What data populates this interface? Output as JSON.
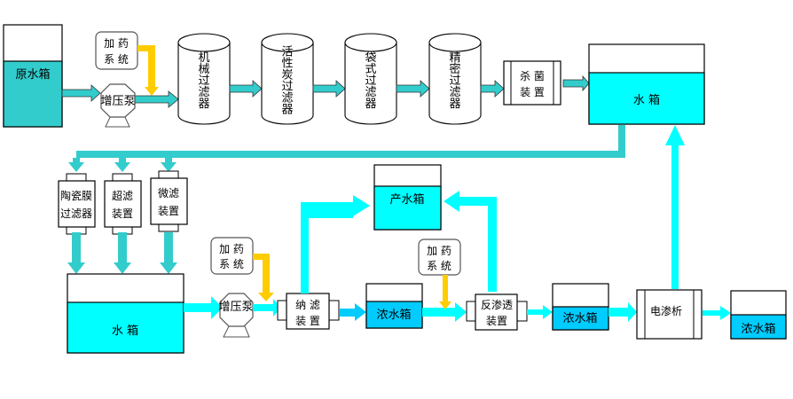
{
  "title": "水处理工艺流程图",
  "colors": {
    "teal": "#33CCCC",
    "cyan": "#00FFFF",
    "sky": "#00CCFF",
    "yellow": "#FFCC00",
    "stroke": "#000000"
  },
  "top_line": {
    "raw_tank": "原水箱",
    "dosing_1": [
      "加 药",
      "系 统"
    ],
    "pump_1": "增压泵",
    "filters": [
      "机械过滤器",
      "活性炭过滤器",
      "袋式过滤器",
      "精密过滤器"
    ],
    "sterilizer": [
      "杀 菌",
      "装 置"
    ],
    "water_tank_1": "水 箱"
  },
  "membranes": [
    [
      "陶瓷膜",
      "过滤器"
    ],
    [
      "超滤",
      "装置"
    ],
    [
      "微滤",
      "装置"
    ]
  ],
  "bottom_line": {
    "water_tank_2": "水 箱",
    "dosing_2": [
      "加 药",
      "系 统"
    ],
    "pump_2": "增压泵",
    "nanofiltration": [
      "纳 滤",
      "装 置"
    ],
    "product_tank": "产水箱",
    "concentrate_tank_1": "浓水箱",
    "dosing_3": [
      "加 药",
      "系 统"
    ],
    "reverse_osmosis": [
      "反渗透",
      "装置"
    ],
    "concentrate_tank_2": "浓水箱",
    "electrodialysis": "电渗析",
    "concentrate_tank_3": "浓水箱"
  }
}
